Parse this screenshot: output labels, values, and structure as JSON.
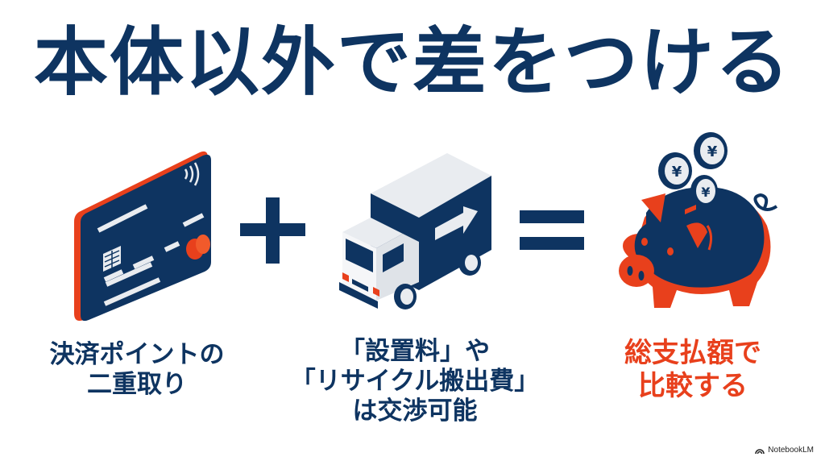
{
  "title": "本体以外で差をつける",
  "colors": {
    "navy": "#0e3461",
    "accent_red": "#e8401c",
    "light_gray": "#e9ecf0",
    "background": "#ffffff"
  },
  "equation": {
    "items": [
      {
        "icon": "credit-card-icon",
        "caption_lines": [
          "決済ポイントの",
          "二重取り"
        ]
      },
      {
        "operator": "plus"
      },
      {
        "icon": "delivery-truck-icon",
        "caption_lines": [
          "「設置料」や",
          "「リサイクル搬出費」",
          "は交渉可能"
        ]
      },
      {
        "operator": "equals"
      },
      {
        "icon": "piggy-bank-yen-icon",
        "coin_symbol": "¥",
        "caption_lines": [
          "総支払額で",
          "比較する"
        ]
      }
    ]
  },
  "watermark": {
    "label": "NotebookLM"
  }
}
